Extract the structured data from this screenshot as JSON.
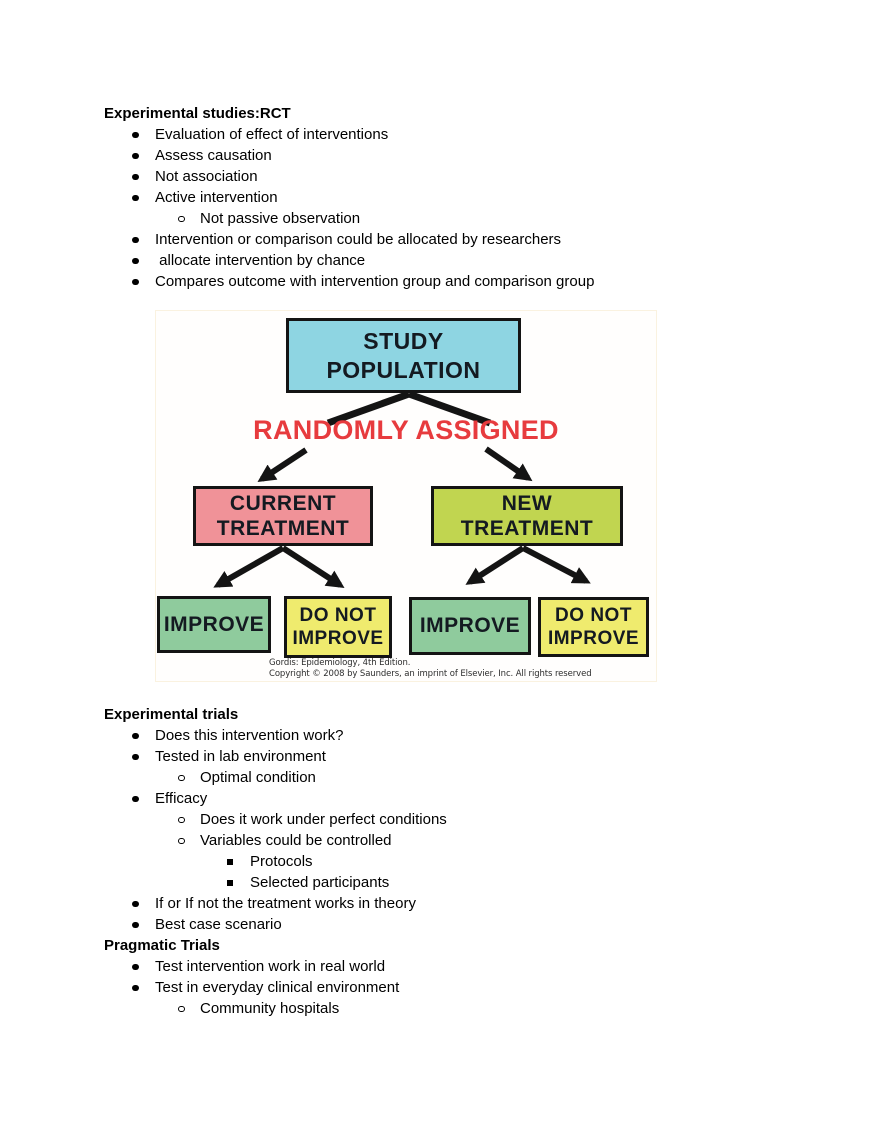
{
  "page": {
    "background": "#ffffff"
  },
  "sections": {
    "rct": {
      "heading": "Experimental studies:RCT",
      "items": [
        "Evaluation of effect of interventions",
        "Assess causation",
        "Not association",
        "Active intervention",
        "Not passive observation",
        "Intervention or comparison could be allocated by researchers",
        " allocate intervention by chance",
        "Compares outcome with intervention group and comparison group"
      ]
    },
    "trials": {
      "heading": "Experimental trials",
      "items": [
        "Does this intervention work?",
        "Tested in lab environment",
        "Optimal condition",
        "Efficacy",
        "Does it work under perfect conditions",
        "Variables could be controlled",
        "Protocols",
        "Selected participants",
        "If or If not the treatment works in theory",
        "Best case scenario"
      ]
    },
    "pragmatic": {
      "heading": "Pragmatic Trials",
      "items": [
        "Test intervention work in real world",
        "Test in everyday clinical environment",
        "Community hospitals"
      ]
    }
  },
  "figure": {
    "nodes": {
      "study_population": {
        "line1": "STUDY",
        "line2": "POPULATION",
        "fill": "#8ED5E2"
      },
      "randomly_assigned": {
        "label": "RANDOMLY ASSIGNED",
        "color": "#E73B3E"
      },
      "current_treatment": {
        "line1": "CURRENT",
        "line2": "TREATMENT",
        "fill": "#F09298"
      },
      "new_treatment": {
        "line1": "NEW",
        "line2": "TREATMENT",
        "fill": "#C1D550"
      },
      "improve_left": {
        "label": "IMPROVE",
        "fill": "#8FCB9D"
      },
      "do_not_improve_left": {
        "line1": "DO NOT",
        "line2": "IMPROVE",
        "fill": "#EFEB6E"
      },
      "improve_right": {
        "label": "IMPROVE",
        "fill": "#8FCB9D"
      },
      "do_not_improve_right": {
        "line1": "DO NOT",
        "line2": "IMPROVE",
        "fill": "#EFEB6E"
      }
    },
    "arrow_color": "#141414",
    "caption": {
      "line1": "Gordis: Epidemiology, 4th Edition.",
      "line2": "Copyright © 2008 by Saunders, an imprint of Elsevier, Inc. All rights reserved"
    }
  }
}
